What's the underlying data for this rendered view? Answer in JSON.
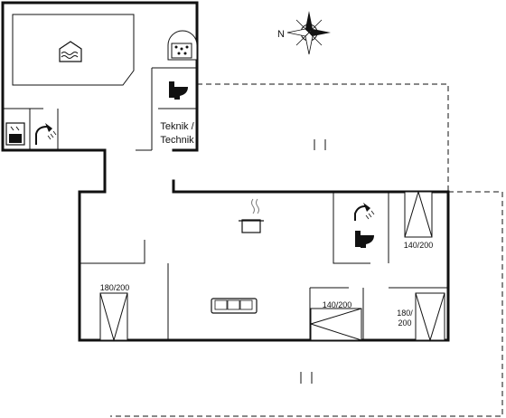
{
  "compass": {
    "north_label": "N"
  },
  "rooms": {
    "technical_room_label": "Teknik /",
    "technical_room_label2": "Technik"
  },
  "beds": [
    {
      "size_label": "180/200"
    },
    {
      "size_label": "140/200"
    },
    {
      "size_label": "140/200"
    },
    {
      "size_label": "180/",
      "size_label2": "200"
    }
  ],
  "icons": [
    "pool-icon",
    "whirlpool-icon",
    "toilet-icon",
    "sauna-icon",
    "shower-icon",
    "cooking-pot-icon",
    "sofa-icon",
    "shower-icon",
    "toilet-icon",
    "compass-rose-icon"
  ]
}
